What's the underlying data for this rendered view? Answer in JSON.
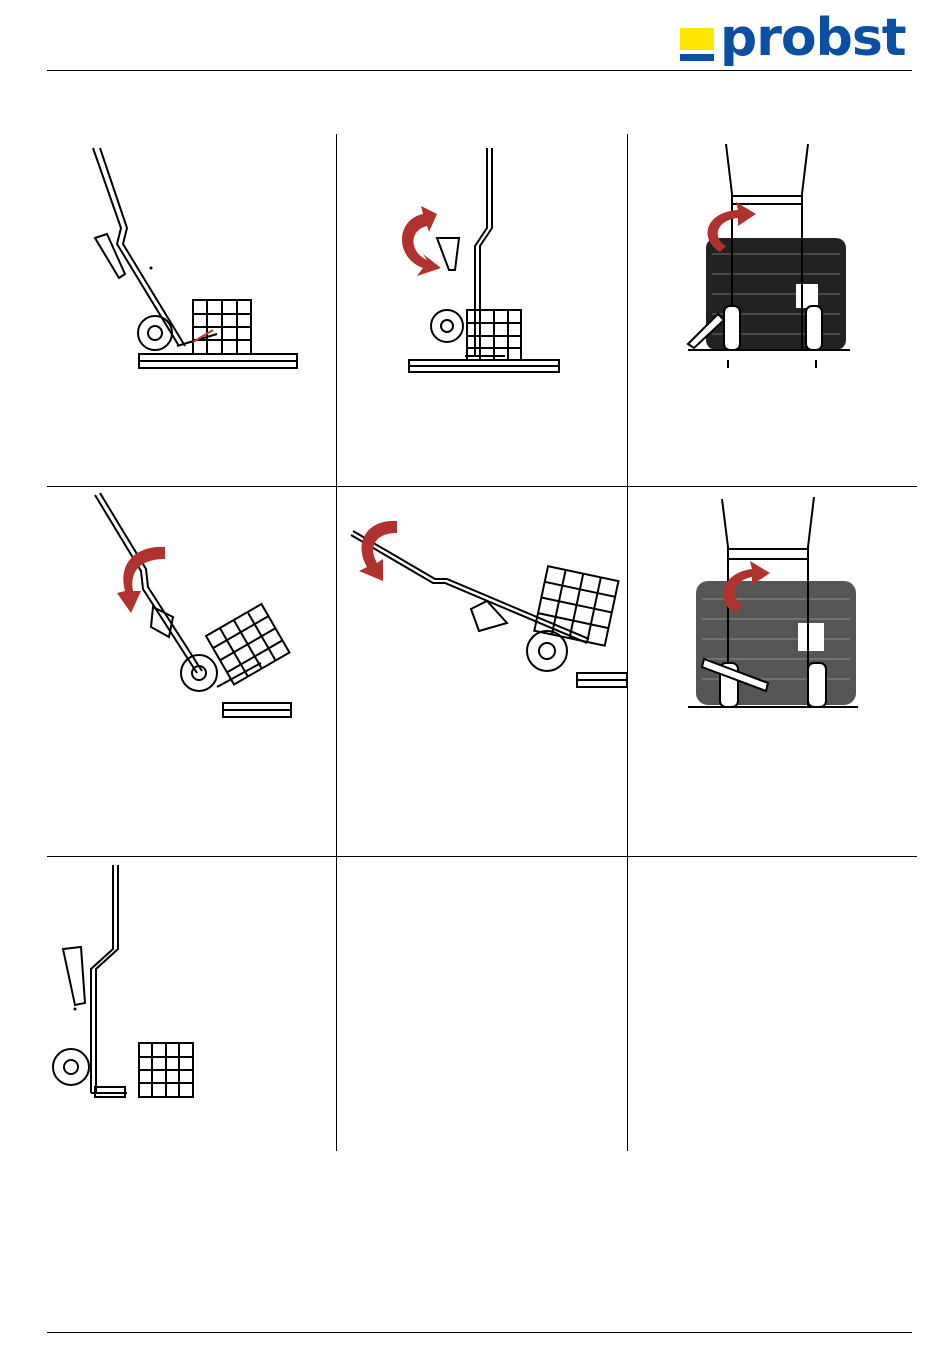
{
  "header": {
    "logo_text": "probst",
    "logo_colors": {
      "yellow": "#ffe600",
      "blue": "#0b4fa3"
    }
  },
  "colors": {
    "arrow": "#b0322e",
    "line": "#000000",
    "accent_red": "#c0392b"
  },
  "panels": [
    {
      "id": "step-1",
      "illustration": "hand-truck-tilted-approaching-pallet"
    },
    {
      "id": "step-2",
      "illustration": "hand-truck-upright-under-pallet-rotate-arrow"
    },
    {
      "id": "step-3",
      "illustration": "hand-truck-front-view-rotate-arrow"
    },
    {
      "id": "step-4",
      "illustration": "hand-truck-tilting-back-with-load"
    },
    {
      "id": "step-5",
      "illustration": "hand-truck-horizontal-with-load"
    },
    {
      "id": "step-6",
      "illustration": "hand-truck-front-view-rotate-arrow"
    },
    {
      "id": "step-7",
      "illustration": "hand-truck-upright-pallet-set-down"
    },
    {
      "id": "step-8",
      "illustration": "empty"
    },
    {
      "id": "step-9",
      "illustration": "empty"
    }
  ]
}
